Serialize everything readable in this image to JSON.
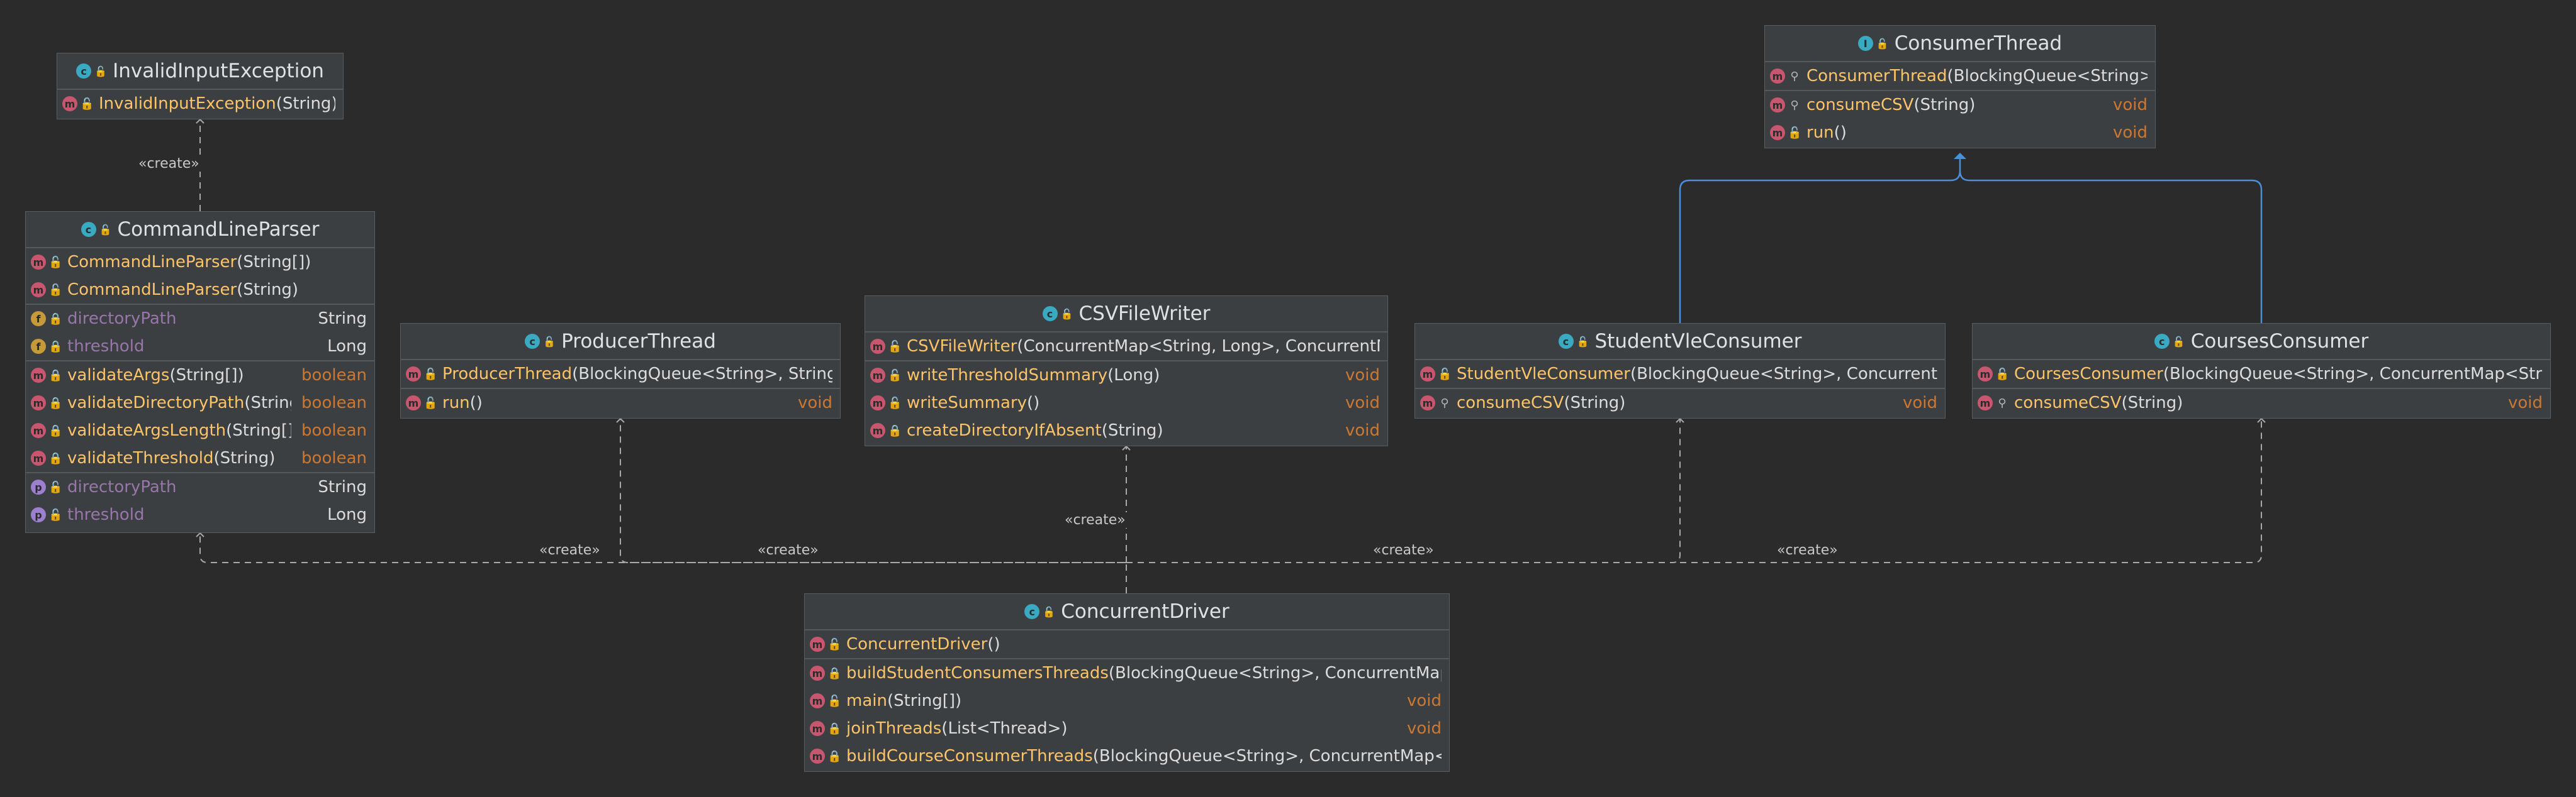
{
  "classes": {
    "invalid_input_exception": {
      "name": "InvalidInputException",
      "members": [
        [
          {
            "kind": "m",
            "vis": "pub",
            "name": "InvalidInputException",
            "params": "(String)",
            "type": ""
          }
        ]
      ]
    },
    "command_line_parser": {
      "name": "CommandLineParser",
      "members": [
        [
          {
            "kind": "m",
            "vis": "pub",
            "name": "CommandLineParser",
            "params": "(String[])",
            "type": ""
          },
          {
            "kind": "m",
            "vis": "pub",
            "name": "CommandLineParser",
            "params": "(String)",
            "type": ""
          }
        ],
        [
          {
            "kind": "f",
            "vis": "priv",
            "name": "directoryPath",
            "params": "",
            "type": "String"
          },
          {
            "kind": "f",
            "vis": "priv",
            "name": "threshold",
            "params": "",
            "type": "Long"
          }
        ],
        [
          {
            "kind": "m",
            "vis": "priv",
            "name": "validateArgs",
            "params": "(String[])",
            "type": "boolean"
          },
          {
            "kind": "m",
            "vis": "priv",
            "name": "validateDirectoryPath",
            "params": "(String)",
            "type": "boolean"
          },
          {
            "kind": "m",
            "vis": "priv",
            "name": "validateArgsLength",
            "params": "(String[])",
            "type": "boolean"
          },
          {
            "kind": "m",
            "vis": "priv",
            "name": "validateThreshold",
            "params": "(String)",
            "type": "boolean"
          }
        ],
        [
          {
            "kind": "p",
            "vis": "pub",
            "name": "directoryPath",
            "params": "",
            "type": "String"
          },
          {
            "kind": "p",
            "vis": "pub",
            "name": "threshold",
            "params": "",
            "type": "Long"
          }
        ]
      ]
    },
    "producer_thread": {
      "name": "ProducerThread",
      "members": [
        [
          {
            "kind": "m",
            "vis": "pub",
            "name": "ProducerThread",
            "params": "(BlockingQueue<String>, String)",
            "type": ""
          }
        ],
        [
          {
            "kind": "m",
            "vis": "pub",
            "name": "run",
            "params": "()",
            "type": "void"
          }
        ]
      ]
    },
    "csv_file_writer": {
      "name": "CSVFileWriter",
      "members": [
        [
          {
            "kind": "m",
            "vis": "pub",
            "name": "CSVFileWriter",
            "params": "(ConcurrentMap<String, Long>, ConcurrentMap",
            "type": ""
          }
        ],
        [
          {
            "kind": "m",
            "vis": "pub",
            "name": "writeThresholdSummary",
            "params": "(Long)",
            "type": "void"
          },
          {
            "kind": "m",
            "vis": "pub",
            "name": "writeSummary",
            "params": "()",
            "type": "void"
          },
          {
            "kind": "m",
            "vis": "priv",
            "name": "createDirectoryIfAbsent",
            "params": "(String)",
            "type": "void"
          }
        ]
      ]
    },
    "consumer_thread": {
      "name": "ConsumerThread",
      "members": [
        [
          {
            "kind": "m",
            "vis": "pkg",
            "name": "ConsumerThread",
            "params": "(BlockingQueue<String>)",
            "type": ""
          }
        ],
        [
          {
            "kind": "abs",
            "vis": "pkg",
            "name": "consumeCSV",
            "params": "(String)",
            "type": "void"
          },
          {
            "kind": "m",
            "vis": "pub",
            "name": "run",
            "params": "()",
            "type": "void"
          }
        ]
      ]
    },
    "student_vle_consumer": {
      "name": "StudentVleConsumer",
      "members": [
        [
          {
            "kind": "m",
            "vis": "pub",
            "name": "StudentVleConsumer",
            "params": "(BlockingQueue<String>, ConcurrentMap",
            "type": ""
          }
        ],
        [
          {
            "kind": "m",
            "vis": "pkg",
            "name": "consumeCSV",
            "params": "(String)",
            "type": "void"
          }
        ]
      ]
    },
    "courses_consumer": {
      "name": "CoursesConsumer",
      "members": [
        [
          {
            "kind": "m",
            "vis": "pub",
            "name": "CoursesConsumer",
            "params": "(BlockingQueue<String>, ConcurrentMap<String, L",
            "type": ""
          }
        ],
        [
          {
            "kind": "m",
            "vis": "pkg",
            "name": "consumeCSV",
            "params": "(String)",
            "type": "void"
          }
        ]
      ]
    },
    "concurrent_driver": {
      "name": "ConcurrentDriver",
      "members": [
        [
          {
            "kind": "m",
            "vis": "pub",
            "name": "ConcurrentDriver",
            "params": "()",
            "type": ""
          }
        ],
        [
          {
            "kind": "ms",
            "vis": "priv",
            "name": "buildStudentConsumersThreads",
            "params": "(BlockingQueue<String>, ConcurrentMap<Str",
            "type": ""
          },
          {
            "kind": "ms",
            "vis": "pub",
            "name": "main",
            "params": "(String[])",
            "type": "void"
          },
          {
            "kind": "ms",
            "vis": "priv",
            "name": "joinThreads",
            "params": "(List<Thread>)",
            "type": "void"
          },
          {
            "kind": "ms",
            "vis": "priv",
            "name": "buildCourseConsumerThreads",
            "params": "(BlockingQueue<String>, ConcurrentMap<Strin",
            "type": ""
          }
        ]
      ]
    }
  },
  "edge_labels": {
    "create_parser_exception": "«create»",
    "create_driver_parser": "«create»",
    "create_driver_producer": "«create»",
    "create_driver_writer": "«create»",
    "create_driver_student": "«create»",
    "create_driver_courses": "«create»"
  },
  "colors": {
    "background": "#2b2b2b",
    "dependency_line": "#a9a9a9",
    "inheritance_line": "#4a8fd8"
  }
}
